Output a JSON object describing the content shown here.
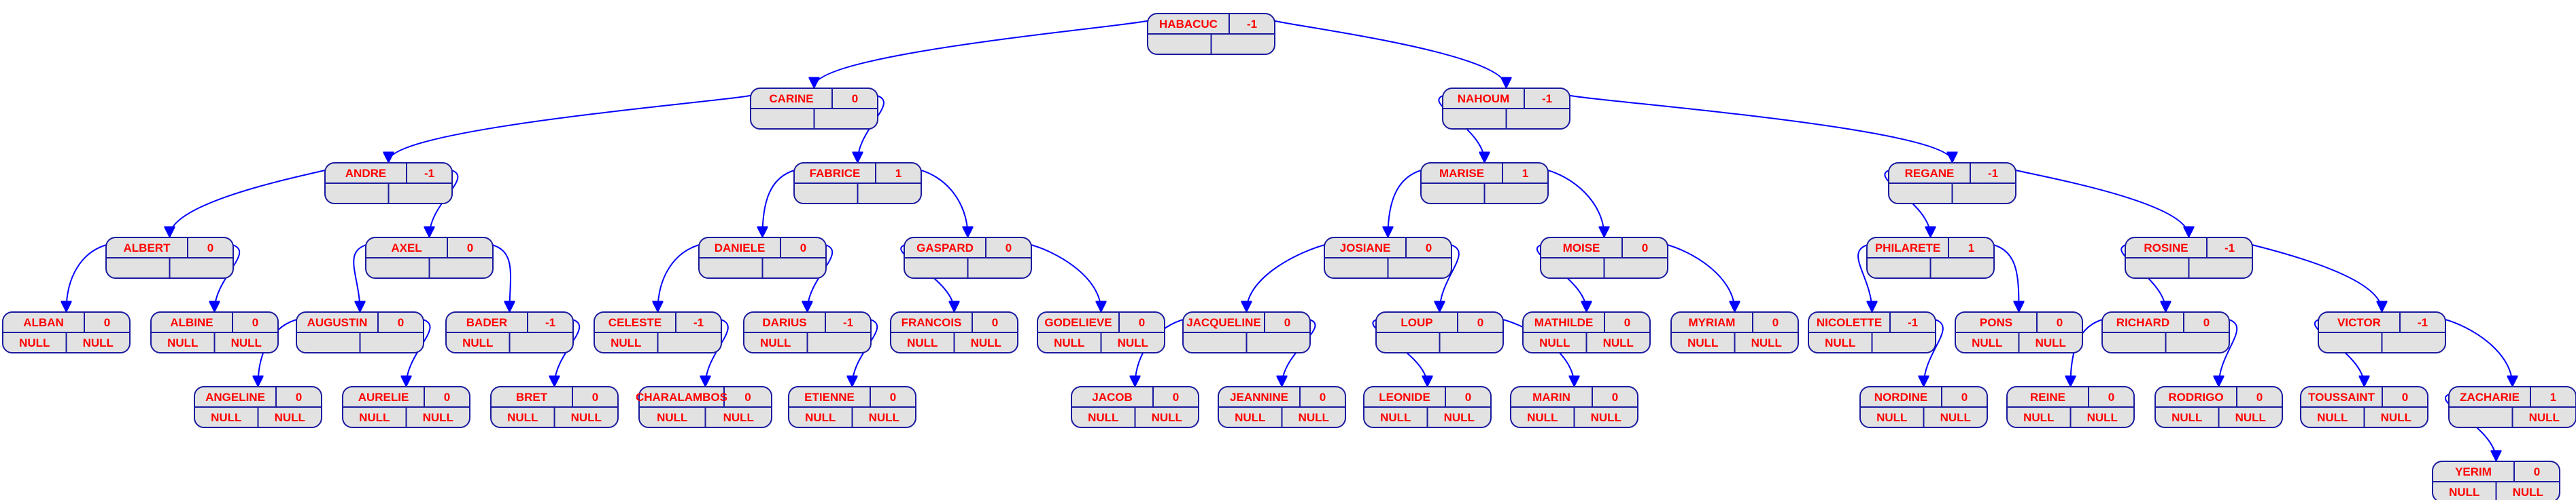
{
  "diagram": {
    "type": "avl-tree",
    "colors": {
      "edge": "#0000ff",
      "text": "#ff0000",
      "fill": "#e2e2e2",
      "border": "#1a1aa0"
    },
    "nodes": [
      {
        "id": "HABACUC",
        "name": "HABACUC",
        "bf": "-1",
        "left": "",
        "right": "",
        "parent": null
      },
      {
        "id": "CARINE",
        "name": "CARINE",
        "bf": "0",
        "left": "",
        "right": "",
        "parent": "HABACUC"
      },
      {
        "id": "NAHOUM",
        "name": "NAHOUM",
        "bf": "-1",
        "left": "",
        "right": "",
        "parent": "HABACUC"
      },
      {
        "id": "ANDRE",
        "name": "ANDRE",
        "bf": "-1",
        "left": "",
        "right": "",
        "parent": "CARINE"
      },
      {
        "id": "FABRICE",
        "name": "FABRICE",
        "bf": "1",
        "left": "",
        "right": "",
        "parent": "CARINE"
      },
      {
        "id": "MARISE",
        "name": "MARISE",
        "bf": "1",
        "left": "",
        "right": "",
        "parent": "NAHOUM"
      },
      {
        "id": "REGANE",
        "name": "REGANE",
        "bf": "-1",
        "left": "",
        "right": "",
        "parent": "NAHOUM"
      },
      {
        "id": "ALBERT",
        "name": "ALBERT",
        "bf": "0",
        "left": "",
        "right": "",
        "parent": "ANDRE"
      },
      {
        "id": "AXEL",
        "name": "AXEL",
        "bf": "0",
        "left": "",
        "right": "",
        "parent": "ANDRE"
      },
      {
        "id": "DANIELE",
        "name": "DANIELE",
        "bf": "0",
        "left": "",
        "right": "",
        "parent": "FABRICE"
      },
      {
        "id": "GASPARD",
        "name": "GASPARD",
        "bf": "0",
        "left": "",
        "right": "",
        "parent": "FABRICE"
      },
      {
        "id": "JOSIANE",
        "name": "JOSIANE",
        "bf": "0",
        "left": "",
        "right": "",
        "parent": "MARISE"
      },
      {
        "id": "MOISE",
        "name": "MOISE",
        "bf": "0",
        "left": "",
        "right": "",
        "parent": "MARISE"
      },
      {
        "id": "PHILARETE",
        "name": "PHILARETE",
        "bf": "1",
        "left": "",
        "right": "",
        "parent": "REGANE"
      },
      {
        "id": "ROSINE",
        "name": "ROSINE",
        "bf": "-1",
        "left": "",
        "right": "",
        "parent": "REGANE"
      },
      {
        "id": "ALBAN",
        "name": "ALBAN",
        "bf": "0",
        "left": "NULL",
        "right": "NULL",
        "parent": "ALBERT"
      },
      {
        "id": "ALBINE",
        "name": "ALBINE",
        "bf": "0",
        "left": "NULL",
        "right": "NULL",
        "parent": "ALBERT"
      },
      {
        "id": "AUGUSTIN",
        "name": "AUGUSTIN",
        "bf": "0",
        "left": "",
        "right": "",
        "parent": "AXEL"
      },
      {
        "id": "BADER",
        "name": "BADER",
        "bf": "-1",
        "left": "NULL",
        "right": "",
        "parent": "AXEL"
      },
      {
        "id": "CELESTE",
        "name": "CELESTE",
        "bf": "-1",
        "left": "NULL",
        "right": "",
        "parent": "DANIELE"
      },
      {
        "id": "DARIUS",
        "name": "DARIUS",
        "bf": "-1",
        "left": "NULL",
        "right": "",
        "parent": "DANIELE"
      },
      {
        "id": "FRANCOIS",
        "name": "FRANCOIS",
        "bf": "0",
        "left": "NULL",
        "right": "NULL",
        "parent": "GASPARD"
      },
      {
        "id": "GODELIEVE",
        "name": "GODELIEVE",
        "bf": "0",
        "left": "NULL",
        "right": "NULL",
        "parent": "GASPARD"
      },
      {
        "id": "JACQUELINE",
        "name": "JACQUELINE",
        "bf": "0",
        "left": "",
        "right": "",
        "parent": "JOSIANE"
      },
      {
        "id": "LOUP",
        "name": "LOUP",
        "bf": "0",
        "left": "",
        "right": "",
        "parent": "JOSIANE"
      },
      {
        "id": "MATHILDE",
        "name": "MATHILDE",
        "bf": "0",
        "left": "NULL",
        "right": "NULL",
        "parent": "MOISE"
      },
      {
        "id": "MYRIAM",
        "name": "MYRIAM",
        "bf": "0",
        "left": "NULL",
        "right": "NULL",
        "parent": "MOISE"
      },
      {
        "id": "NICOLETTE",
        "name": "NICOLETTE",
        "bf": "-1",
        "left": "NULL",
        "right": "",
        "parent": "PHILARETE"
      },
      {
        "id": "PONS",
        "name": "PONS",
        "bf": "0",
        "left": "NULL",
        "right": "NULL",
        "parent": "PHILARETE"
      },
      {
        "id": "RICHARD",
        "name": "RICHARD",
        "bf": "0",
        "left": "",
        "right": "",
        "parent": "ROSINE"
      },
      {
        "id": "VICTOR",
        "name": "VICTOR",
        "bf": "-1",
        "left": "",
        "right": "",
        "parent": "ROSINE"
      },
      {
        "id": "ANGELINE",
        "name": "ANGELINE",
        "bf": "0",
        "left": "NULL",
        "right": "NULL",
        "parent": "AUGUSTIN"
      },
      {
        "id": "AURELIE",
        "name": "AURELIE",
        "bf": "0",
        "left": "NULL",
        "right": "NULL",
        "parent": "AUGUSTIN"
      },
      {
        "id": "BRET",
        "name": "BRET",
        "bf": "0",
        "left": "NULL",
        "right": "NULL",
        "parent": "BADER"
      },
      {
        "id": "CHARALAMBOS",
        "name": "CHARALAMBOS",
        "bf": "0",
        "left": "NULL",
        "right": "NULL",
        "parent": "CELESTE"
      },
      {
        "id": "ETIENNE",
        "name": "ETIENNE",
        "bf": "0",
        "left": "NULL",
        "right": "NULL",
        "parent": "DARIUS"
      },
      {
        "id": "JACOB",
        "name": "JACOB",
        "bf": "0",
        "left": "NULL",
        "right": "NULL",
        "parent": "JACQUELINE"
      },
      {
        "id": "JEANNINE",
        "name": "JEANNINE",
        "bf": "0",
        "left": "NULL",
        "right": "NULL",
        "parent": "JACQUELINE"
      },
      {
        "id": "LEONIDE",
        "name": "LEONIDE",
        "bf": "0",
        "left": "NULL",
        "right": "NULL",
        "parent": "LOUP"
      },
      {
        "id": "MARIN",
        "name": "MARIN",
        "bf": "0",
        "left": "NULL",
        "right": "NULL",
        "parent": "LOUP"
      },
      {
        "id": "NORDINE",
        "name": "NORDINE",
        "bf": "0",
        "left": "NULL",
        "right": "NULL",
        "parent": "NICOLETTE"
      },
      {
        "id": "REINE",
        "name": "REINE",
        "bf": "0",
        "left": "NULL",
        "right": "NULL",
        "parent": "RICHARD"
      },
      {
        "id": "RODRIGO",
        "name": "RODRIGO",
        "bf": "0",
        "left": "NULL",
        "right": "NULL",
        "parent": "RICHARD"
      },
      {
        "id": "TOUSSAINT",
        "name": "TOUSSAINT",
        "bf": "0",
        "left": "NULL",
        "right": "NULL",
        "parent": "VICTOR"
      },
      {
        "id": "ZACHARIE",
        "name": "ZACHARIE",
        "bf": "1",
        "left": "",
        "right": "NULL",
        "parent": "VICTOR"
      },
      {
        "id": "YERIM",
        "name": "YERIM",
        "bf": "0",
        "left": "NULL",
        "right": "NULL",
        "parent": "ZACHARIE"
      }
    ]
  }
}
